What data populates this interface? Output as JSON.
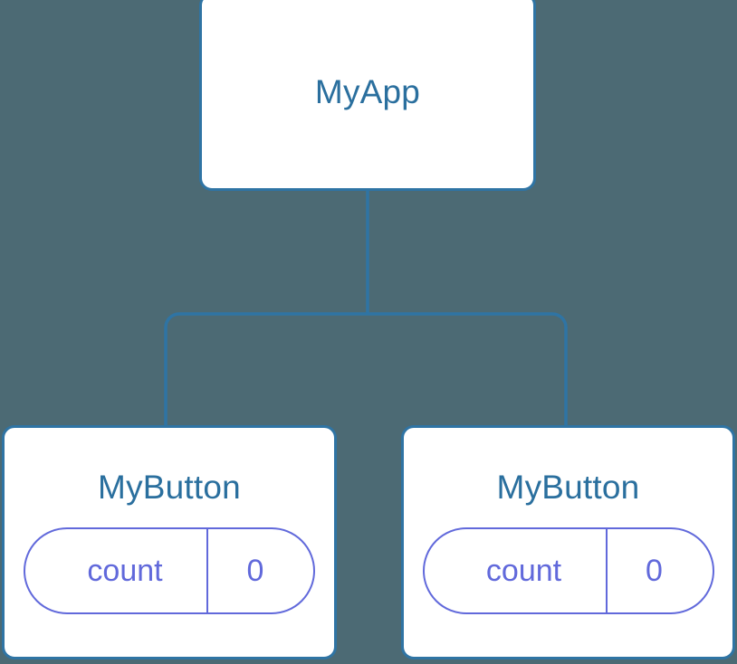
{
  "diagram": {
    "type": "component-tree",
    "background_color": "#4c6a74",
    "node_border_color": "#2f74a4",
    "node_title_color": "#2a6f9e",
    "state_accent_color": "#6169db",
    "edge_color": "#2f74a4"
  },
  "nodes": {
    "root": {
      "title": "MyApp"
    },
    "children": [
      {
        "title": "MyButton",
        "state": {
          "key": "count",
          "value": "0"
        }
      },
      {
        "title": "MyButton",
        "state": {
          "key": "count",
          "value": "0"
        }
      }
    ]
  }
}
